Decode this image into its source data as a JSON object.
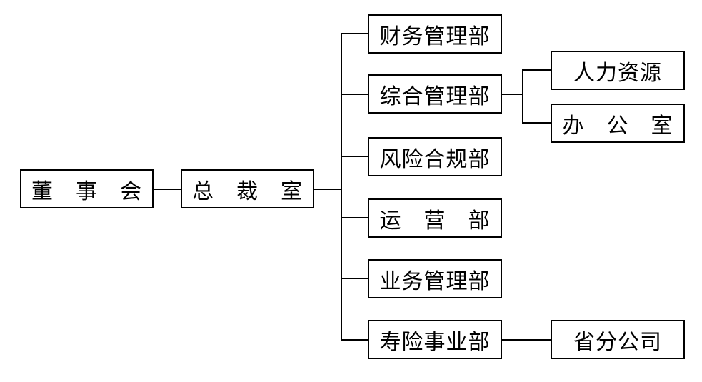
{
  "org_chart": {
    "board": "董　事　会",
    "president_office": "总　裁　室",
    "departments": [
      "财务管理部",
      "综合管理部",
      "风险合规部",
      "运　营　部",
      "业务管理部",
      "寿险事业部"
    ],
    "sub_units": {
      "hr": "人力资源",
      "office": "办　公　室",
      "branch": "省分公司"
    }
  }
}
